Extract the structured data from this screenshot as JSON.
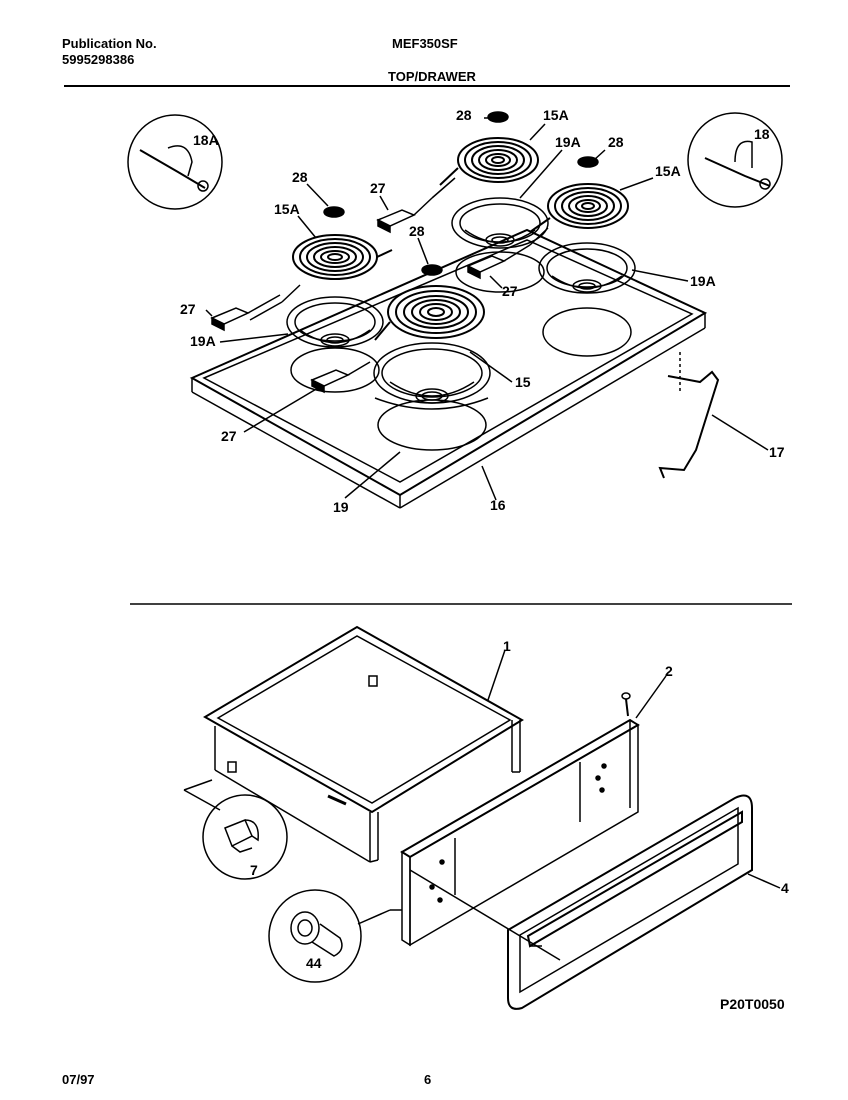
{
  "header": {
    "publication_label": "Publication No.",
    "publication_number": "5995298386",
    "model": "MEF350SF",
    "section": "TOP/DRAWER"
  },
  "callouts": {
    "c28a": "28",
    "c15a_top": "15A",
    "c19a_top": "19A",
    "c28b": "28",
    "c18a": "18A",
    "c18": "18",
    "c15a_right": "15A",
    "c28c": "28",
    "c27a": "27",
    "c15a_left": "15A",
    "c28d": "28",
    "c27b": "27",
    "c19a_right": "19A",
    "c27c": "27",
    "c19a_left": "19A",
    "c15": "15",
    "c27d": "27",
    "c17": "17",
    "c19": "19",
    "c16": "16",
    "c1": "1",
    "c2": "2",
    "c7": "7",
    "c44": "44",
    "c4": "4"
  },
  "figure_code": "P20T0050",
  "footer": {
    "date": "07/97",
    "page": "6"
  }
}
